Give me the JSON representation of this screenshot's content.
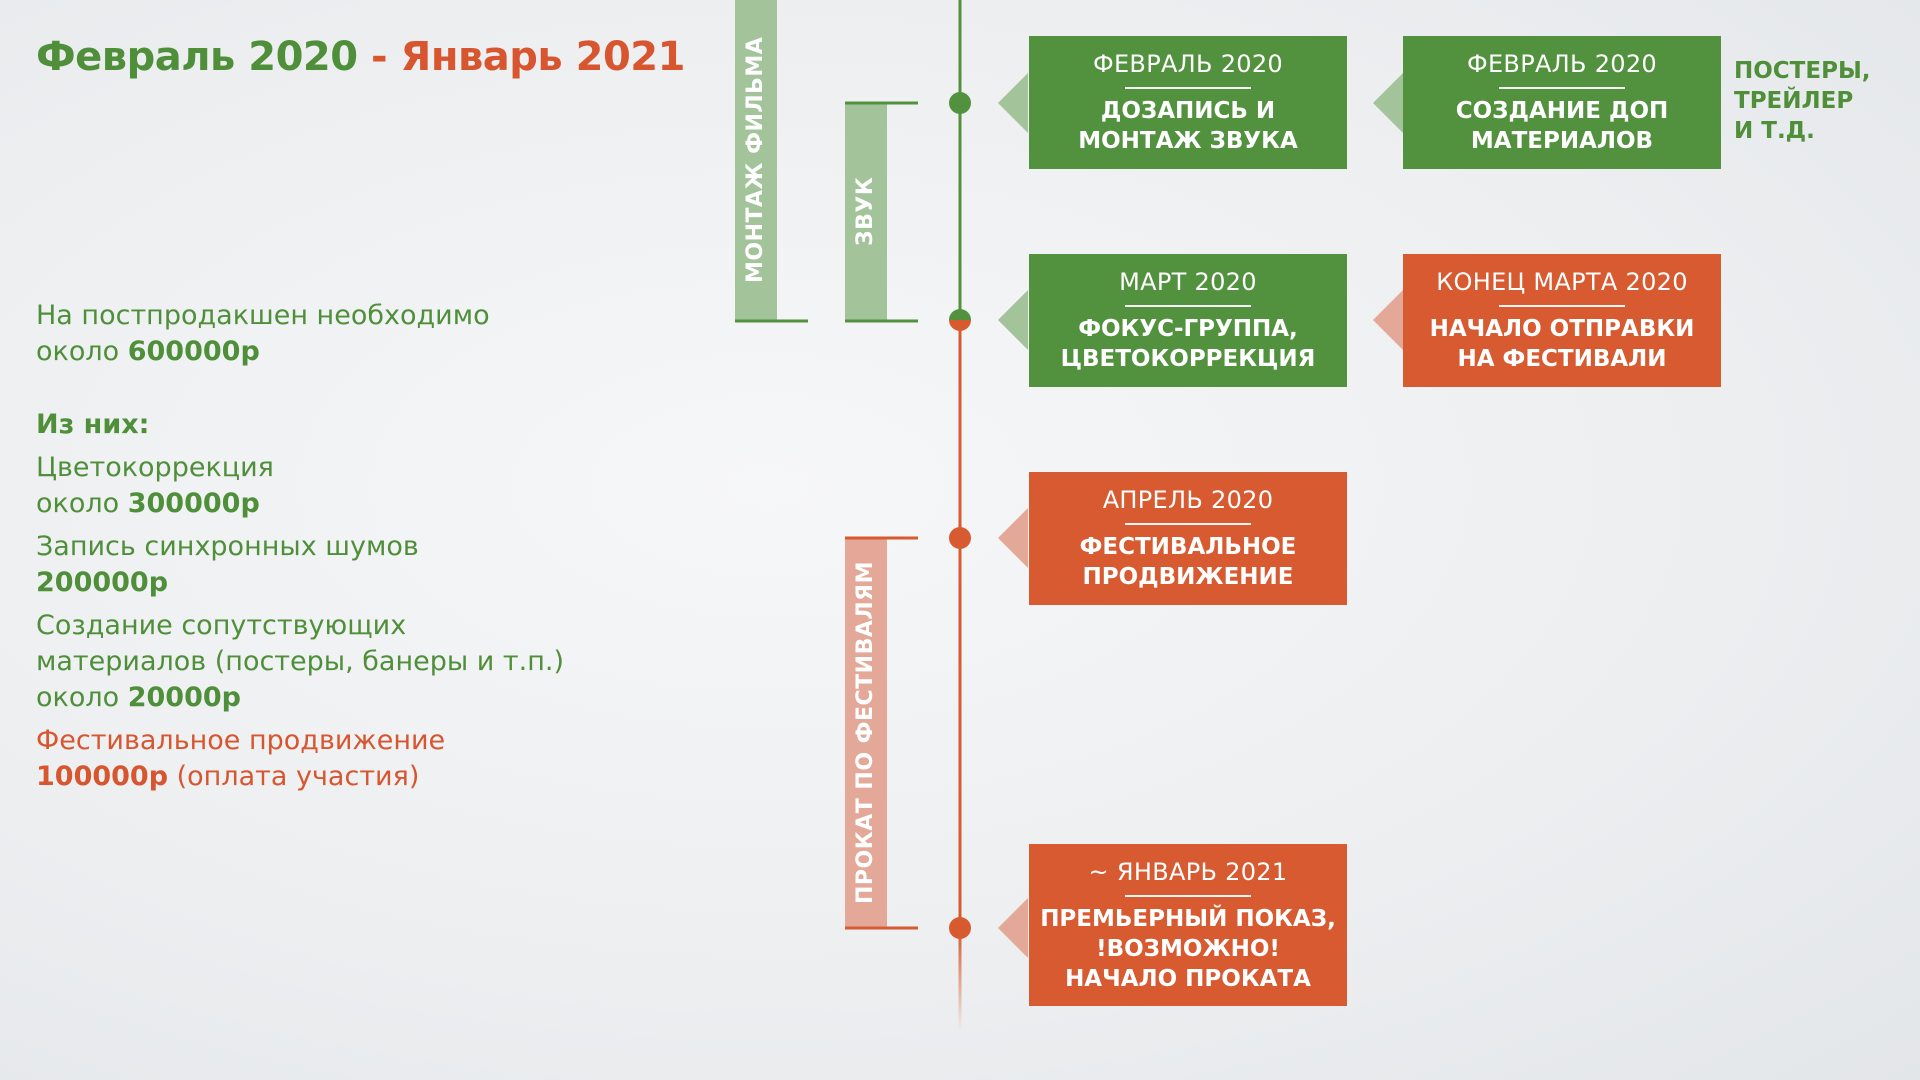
{
  "title": {
    "start": "Февраль 2020",
    "dash": " - ",
    "end": "Январь 2021"
  },
  "budget": {
    "intro_line1": "На постпродакшен необходимо",
    "intro_prefix": "около ",
    "intro_amount": "600000р",
    "of_them": "Из них:",
    "items": [
      {
        "line1": "Цветокоррекция",
        "prefix": "около ",
        "amount": "300000р",
        "suffix": ""
      },
      {
        "line1": "Запись синхронных шумов",
        "prefix": "",
        "amount": "200000р",
        "suffix": ""
      },
      {
        "line1": "Создание сопутствующих",
        "line2": "материалов (постеры, банеры и т.п.)",
        "prefix": "около ",
        "amount": "20000р",
        "suffix": ""
      },
      {
        "line1": "Фестивальное продвижение",
        "prefix": "",
        "amount": "100000р",
        "suffix": " (оплата участия)"
      }
    ]
  },
  "phases": {
    "montage": "МОНТАЖ ФИЛЬМА",
    "sound": "ЗВУК",
    "festival": "ПРОКАТ ПО ФЕСТИВАЛЯМ"
  },
  "events": [
    {
      "date": "ФЕВРАЛЬ 2020",
      "line1": "ДОЗАПИСЬ И",
      "line2": "МОНТАЖ ЗВУКА"
    },
    {
      "date": "ФЕВРАЛЬ 2020",
      "line1": "СОЗДАНИЕ ДОП",
      "line2": "МАТЕРИАЛОВ"
    },
    {
      "date": "МАРТ 2020",
      "line1": "ФОКУС-ГРУППА,",
      "line2": "ЦВЕТОКОРРЕКЦИЯ"
    },
    {
      "date": "КОНЕЦ МАРТА 2020",
      "line1": "НАЧАЛО ОТПРАВКИ",
      "line2": "НА ФЕСТИВАЛИ"
    },
    {
      "date": "АПРЕЛЬ 2020",
      "line1": "ФЕСТИВАЛЬНОЕ",
      "line2": "ПРОДВИЖЕНИЕ"
    },
    {
      "date": "~ ЯНВАРЬ 2021",
      "line1": "ПРЕМЬЕРНЫЙ ПОКАЗ,",
      "line2": "!ВОЗМОЖНО!",
      "line3": "НАЧАЛО ПРОКАТА"
    }
  ],
  "note": {
    "line1": "ПОСТЕРЫ,",
    "line2": "ТРЕЙЛЕР",
    "line3": "И Т.Д."
  },
  "colors": {
    "green": "#52923e",
    "orange": "#d85a30",
    "green_light": "#a3c49a",
    "orange_light": "#e3a898"
  }
}
